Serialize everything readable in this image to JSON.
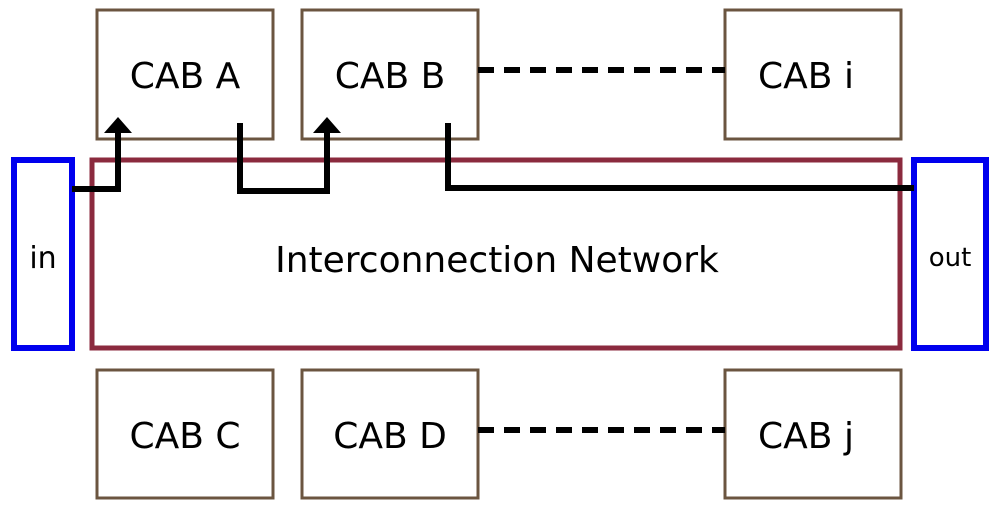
{
  "diagram": {
    "cabs": [
      {
        "id": "A",
        "label": "CAB A"
      },
      {
        "id": "B",
        "label": "CAB B"
      },
      {
        "id": "i",
        "label": "CAB i"
      },
      {
        "id": "C",
        "label": "CAB C"
      },
      {
        "id": "D",
        "label": "CAB D"
      },
      {
        "id": "j",
        "label": "CAB j"
      }
    ],
    "network_label": "Interconnection Network",
    "in_label": "in",
    "out_label": "out",
    "colors": {
      "cab_border": "#6b5540",
      "network_border": "#8b2a3e",
      "io_border": "#0000ee",
      "connector": "#000000"
    }
  }
}
